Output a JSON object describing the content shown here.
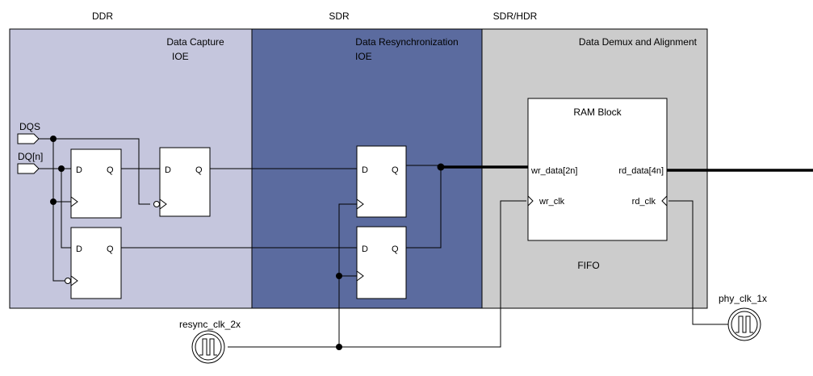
{
  "zones": {
    "ddr": {
      "label": "DDR",
      "title_line1": "Data Capture",
      "title_line2": "IOE",
      "color": "#c5c6dd"
    },
    "sdr": {
      "label": "SDR",
      "title_line1": "Data Resynchronization",
      "title_line2": "IOE",
      "color": "#5b6b9f"
    },
    "hdr": {
      "label": "SDR/HDR",
      "title_line1": "Data Demux and Alignment",
      "color": "#cccccc"
    }
  },
  "inputs": {
    "dqs": "DQS",
    "dq": "DQ[n]"
  },
  "flipflop": {
    "d": "D",
    "q": "Q"
  },
  "ram": {
    "title": "RAM Block",
    "wr_data": "wr_data[2n]",
    "rd_data": "rd_data[4n]",
    "wr_clk": "wr_clk",
    "rd_clk": "rd_clk"
  },
  "fifo_label": "FIFO",
  "clocks": {
    "resync": "resync_clk_2x",
    "phy": "phy_clk_1x"
  }
}
